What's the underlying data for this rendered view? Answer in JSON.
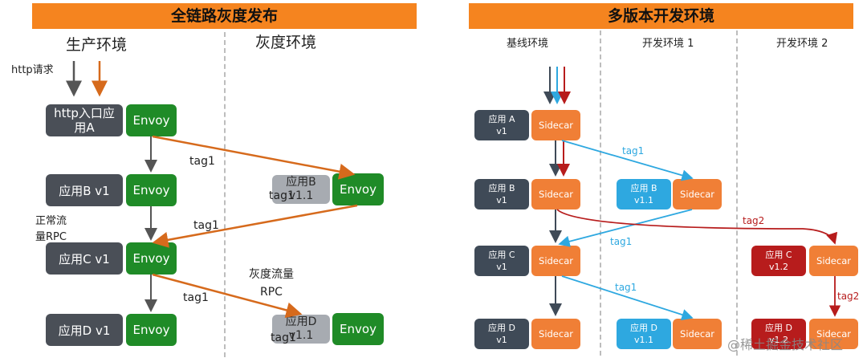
{
  "left": {
    "title": "全链路灰度发布",
    "env_prod": "生产环境",
    "env_gray": "灰度环境",
    "http_request": "http请求",
    "normal_rpc": "正常流\n量RPC",
    "gray_rpc": "灰度流量\nRPC",
    "tag": "tag1",
    "apps": [
      {
        "name": "http入口应\n用A",
        "proxy": "Envoy"
      },
      {
        "name": "应用B v1",
        "proxy": "Envoy"
      },
      {
        "name": "应用C v1",
        "proxy": "Envoy"
      },
      {
        "name": "应用D v1",
        "proxy": "Envoy"
      }
    ],
    "gray_apps": [
      {
        "name": "应用B\nv1.1",
        "proxy": "Envoy"
      },
      {
        "name": "应用D\nv1.1",
        "proxy": "Envoy"
      }
    ]
  },
  "right": {
    "title": "多版本开发环境",
    "env_base": "基线环境",
    "env_dev1": "开发环境 1",
    "env_dev2": "开发环境 2",
    "sidecar": "Sidecar",
    "tag1": "tag1",
    "tag2": "tag2",
    "base_apps": [
      "应用 A\nv1",
      "应用 B\nv1",
      "应用 C\nv1",
      "应用 D\nv1"
    ],
    "dev1_apps": [
      "应用 B\nv1.1",
      "应用 D\nv1.1"
    ],
    "dev2_apps": [
      "应用 C\nv1.2",
      "应用 D\nv1.2"
    ]
  },
  "watermark": "@稀土掘金技术社区",
  "colors": {
    "banner": "#f5841f",
    "envoy": "#1f8b27",
    "sidecar": "#f07f36",
    "tag1_arrow": "#2ea8e0",
    "tag2_arrow": "#b71c1c",
    "gray_arrow": "#d66a1c"
  }
}
